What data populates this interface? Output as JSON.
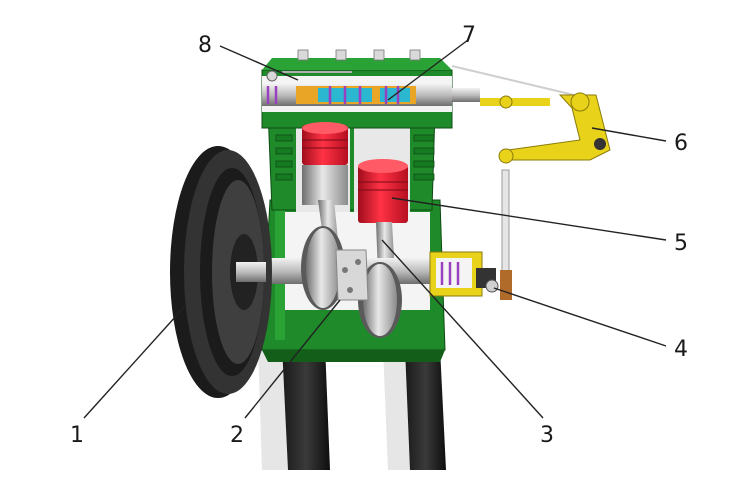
{
  "callouts": [
    {
      "id": "1",
      "label": "1"
    },
    {
      "id": "2",
      "label": "2"
    },
    {
      "id": "3",
      "label": "3"
    },
    {
      "id": "4",
      "label": "4"
    },
    {
      "id": "5",
      "label": "5"
    },
    {
      "id": "6",
      "label": "6"
    },
    {
      "id": "7",
      "label": "7"
    },
    {
      "id": "8",
      "label": "8"
    }
  ],
  "colors": {
    "housing_green": "#1f8a2a",
    "housing_green_dark": "#135f1a",
    "piston_red": "#e2142b",
    "linkage_yellow": "#e8d21a",
    "valve_blue": "#2bb7d0",
    "spring_purple": "#9a3fbf",
    "pulley_dark": "#2a2a2a",
    "steel_grey": "#b9b9b9"
  },
  "icons": [
    "compressor-cutaway-illustration"
  ]
}
